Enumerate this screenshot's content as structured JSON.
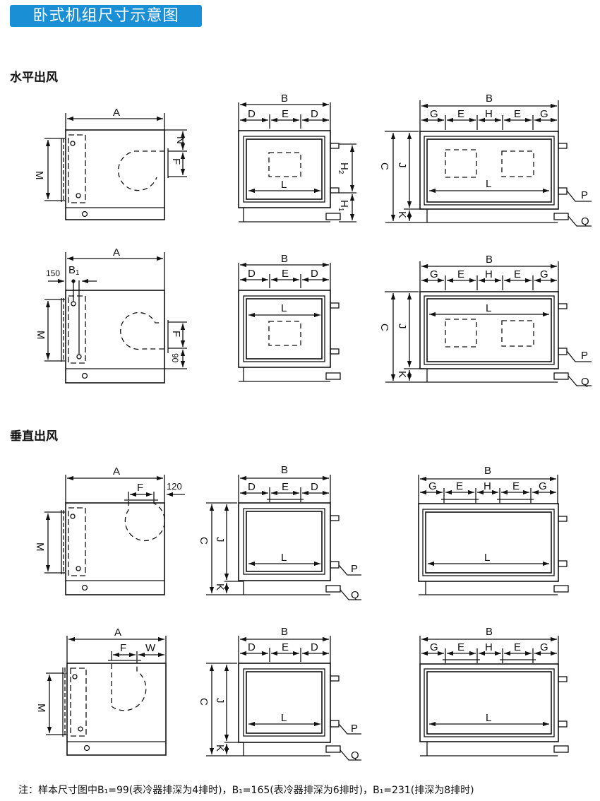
{
  "header": {
    "title": "卧式机组尺寸示意图",
    "accent": "#1a8fd6"
  },
  "sections": {
    "horizontal": "水平出风",
    "vertical": "垂直出风"
  },
  "labels": {
    "A": "A",
    "B": "B",
    "B1": "B",
    "B1_sub": "1",
    "C": "C",
    "D": "D",
    "E": "E",
    "F": "F",
    "G": "G",
    "H": "H",
    "H1": "H",
    "H1_sub": "1",
    "H2": "H",
    "H2_sub": "2",
    "J": "J",
    "K": "K",
    "L": "L",
    "M": "M",
    "N": "N",
    "P": "P",
    "Q": "Q",
    "W": "W",
    "dim150": "150",
    "dim90": "90",
    "dim120": "120"
  },
  "footnote": "注：样本尺寸图中B₁=99(表冷器排深为4排时)，B₁=165(表冷器排深为6排时)，B₁=231(排深为8排时)"
}
